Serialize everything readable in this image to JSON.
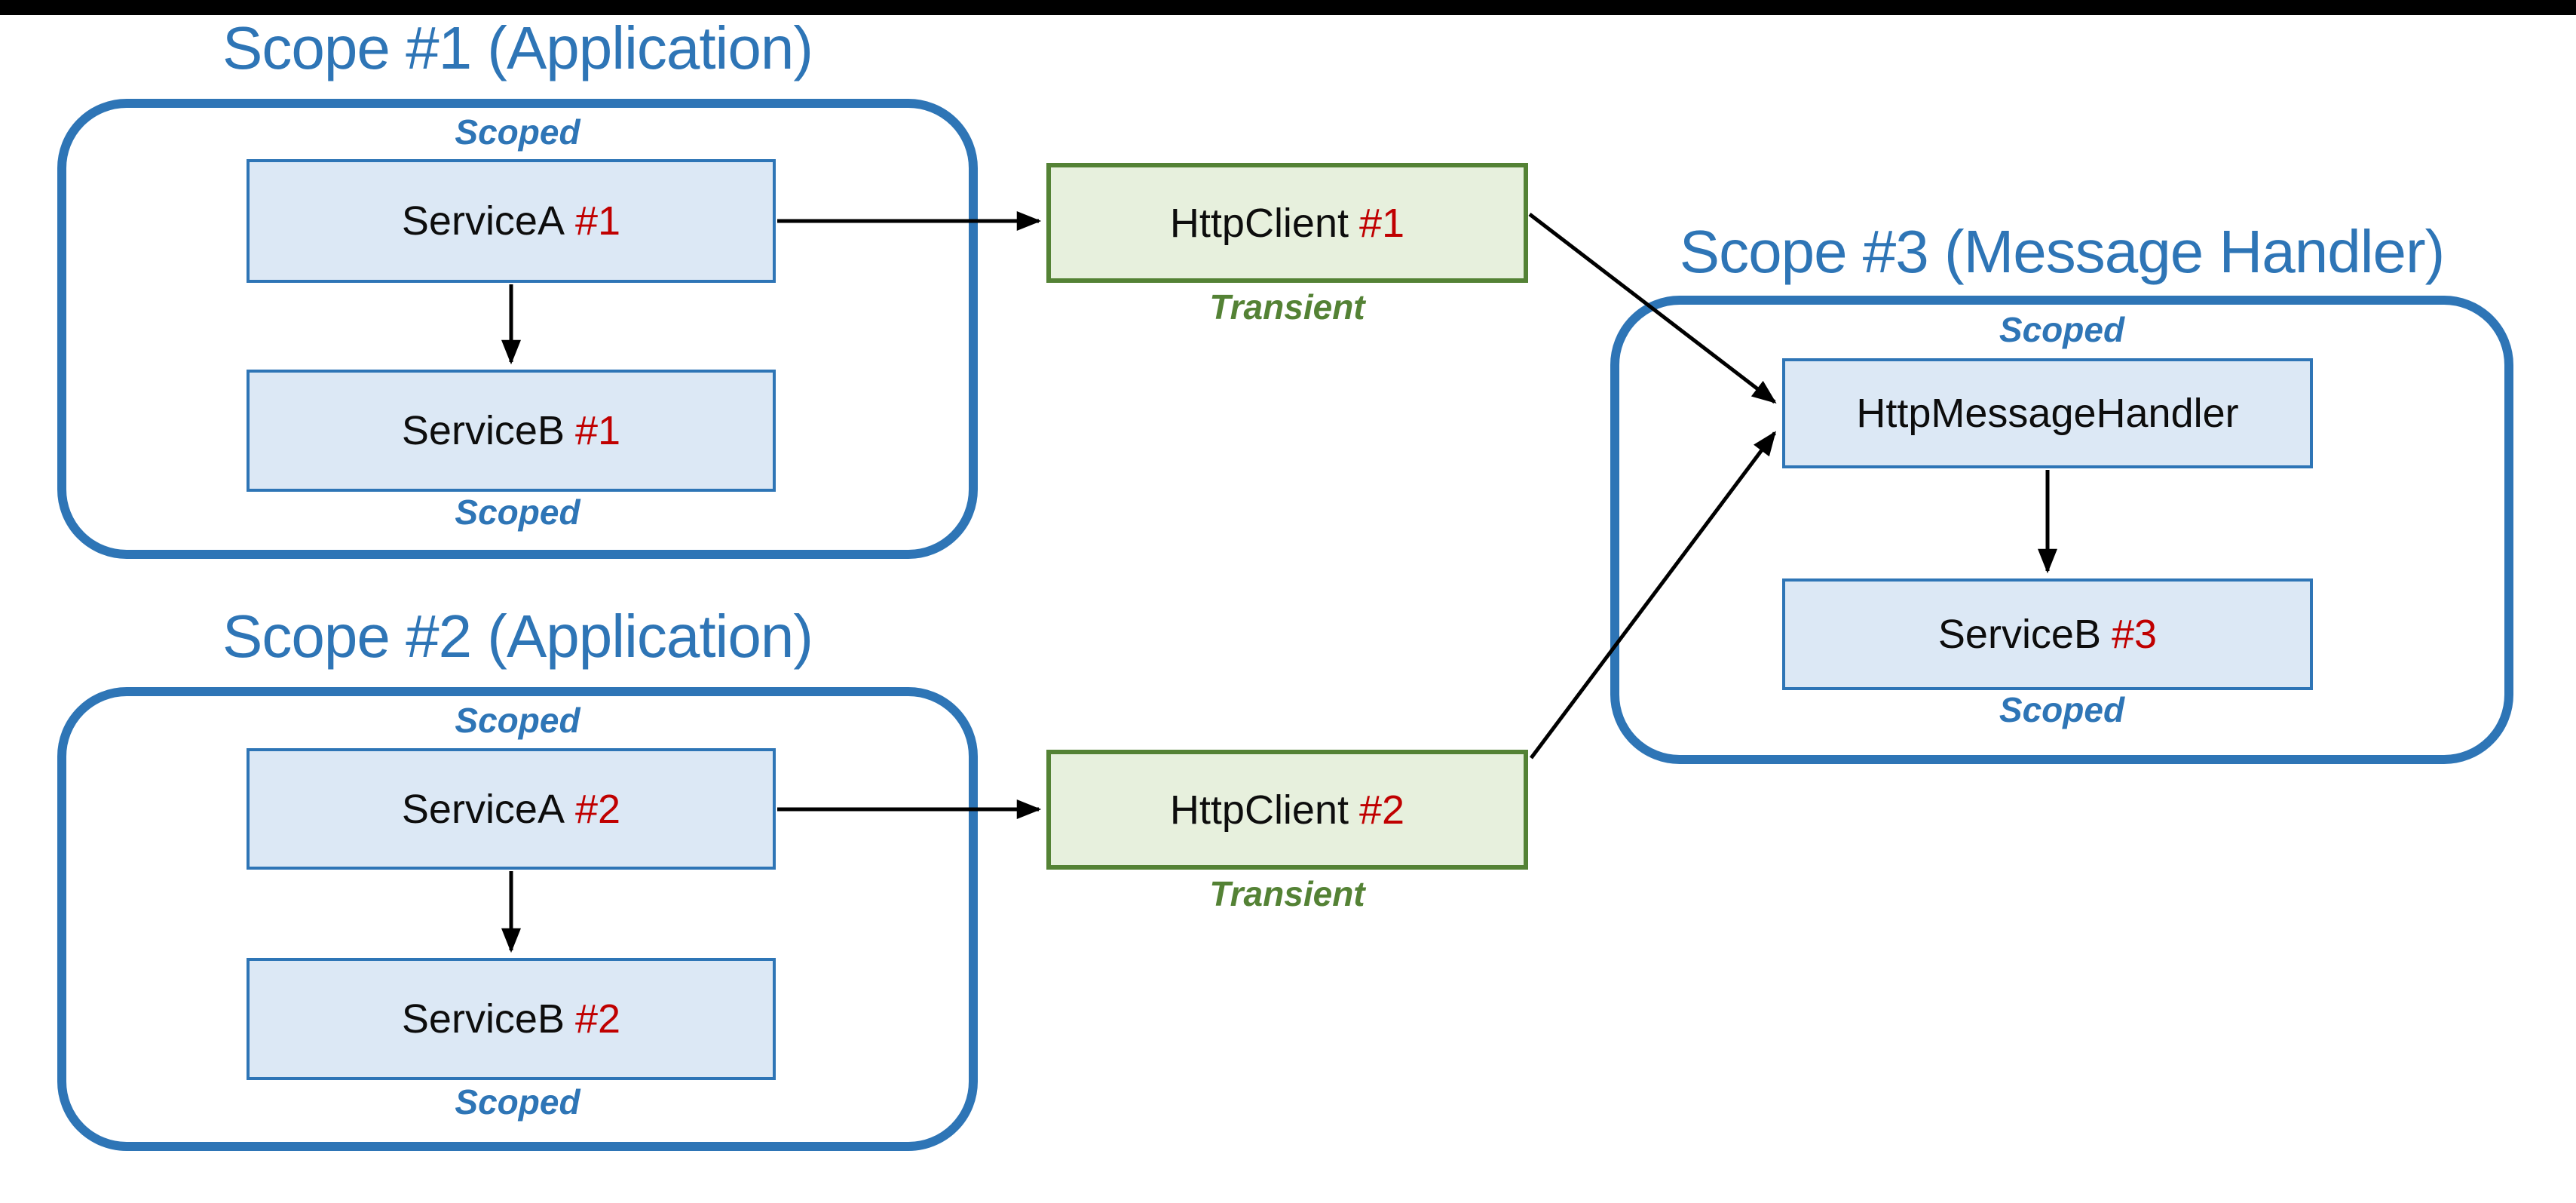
{
  "colors": {
    "accent_blue": "#2E75B6",
    "box_blue_fill": "#DCE8F5",
    "green_border": "#548235",
    "green_fill": "#E7F0DD",
    "red": "#C00000",
    "ink": "#0D0D0D",
    "edge_color": "#000000"
  },
  "scope1": {
    "title": "Scope #1 (Application)",
    "scoped_top": "Scoped",
    "scoped_bottom": "Scoped",
    "service_a": {
      "name": "ServiceA",
      "instance": "#1"
    },
    "service_b": {
      "name": "ServiceB",
      "instance": "#1"
    }
  },
  "scope2": {
    "title": "Scope #2 (Application)",
    "scoped_top": "Scoped",
    "scoped_bottom": "Scoped",
    "service_a": {
      "name": "ServiceA",
      "instance": "#2"
    },
    "service_b": {
      "name": "ServiceB",
      "instance": "#2"
    }
  },
  "scope3": {
    "title": "Scope #3 (Message Handler)",
    "scoped_top": "Scoped",
    "scoped_bottom": "Scoped",
    "handler": {
      "name": "HttpMessageHandler",
      "instance": ""
    },
    "service_b": {
      "name": "ServiceB",
      "instance": "#3"
    }
  },
  "http_client1": {
    "name": "HttpClient",
    "instance": "#1",
    "lifetime": "Transient"
  },
  "http_client2": {
    "name": "HttpClient",
    "instance": "#2",
    "lifetime": "Transient"
  },
  "edges": [
    {
      "from": "ServiceA #1",
      "to": "ServiceB #1"
    },
    {
      "from": "ServiceA #1",
      "to": "HttpClient #1"
    },
    {
      "from": "ServiceA #2",
      "to": "ServiceB #2"
    },
    {
      "from": "ServiceA #2",
      "to": "HttpClient #2"
    },
    {
      "from": "HttpClient #1",
      "to": "HttpMessageHandler"
    },
    {
      "from": "HttpClient #2",
      "to": "HttpMessageHandler"
    },
    {
      "from": "HttpMessageHandler",
      "to": "ServiceB #3"
    }
  ]
}
